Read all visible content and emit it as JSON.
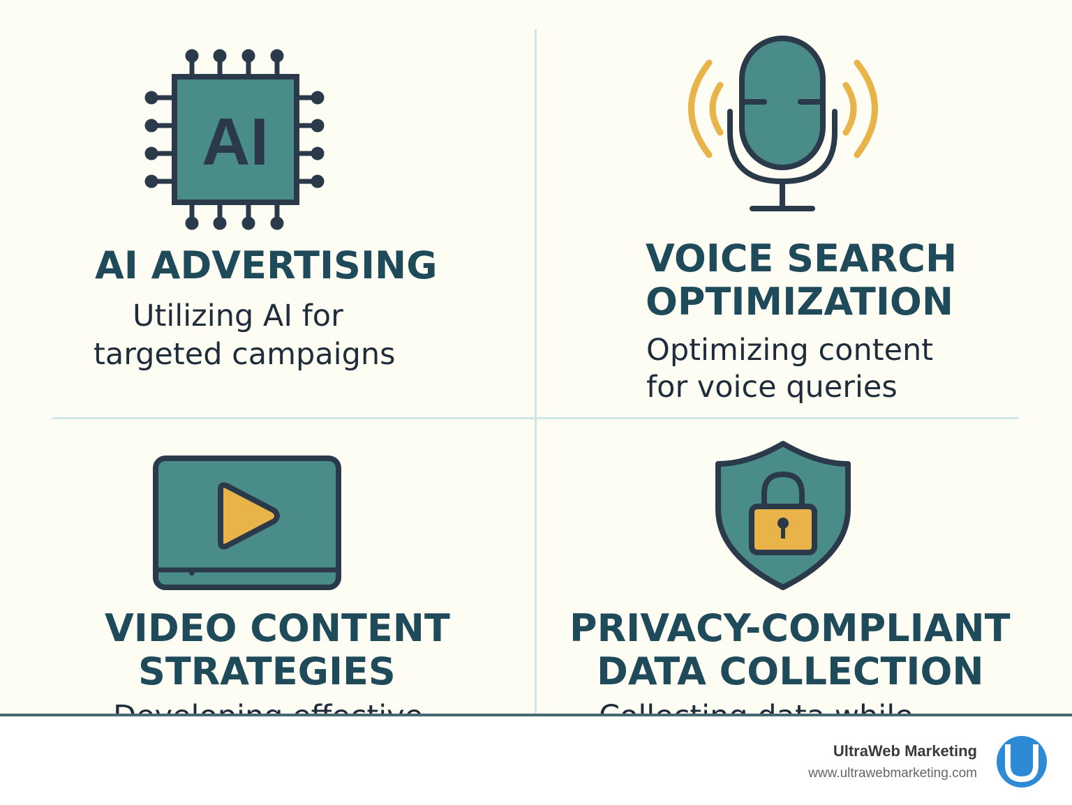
{
  "colors": {
    "teal": "#4a8c88",
    "dark": "#2a3a4a",
    "yellow": "#e8b44a",
    "title": "#1f4a5a",
    "brand_blue": "#2f8ad6"
  },
  "sections": [
    {
      "icon": "ai-chip-icon",
      "title_lines": [
        "AI ADVERTISING"
      ],
      "sub_lines": [
        "Utilizing AI for",
        "targeted campaigns"
      ]
    },
    {
      "icon": "microphone-icon",
      "title_lines": [
        "VOICE SEARCH",
        "OPTIMIZATION"
      ],
      "sub_lines": [
        "Optimizing content",
        "for voice queries"
      ]
    },
    {
      "icon": "video-play-icon",
      "title_lines": [
        "VIDEO CONTENT",
        "STRATEGIES"
      ],
      "sub_lines": [
        "Developing effective"
      ]
    },
    {
      "icon": "shield-lock-icon",
      "title_lines": [
        "PRIVACY-COMPLIANT",
        "DATA COLLECTION"
      ],
      "sub_lines": [
        "Collecting data while"
      ]
    }
  ],
  "chip_label": "AI",
  "footer": {
    "brand": "UltraWeb Marketing",
    "url": "www.ultrawebmarketing.com",
    "logo_letter": "U"
  }
}
